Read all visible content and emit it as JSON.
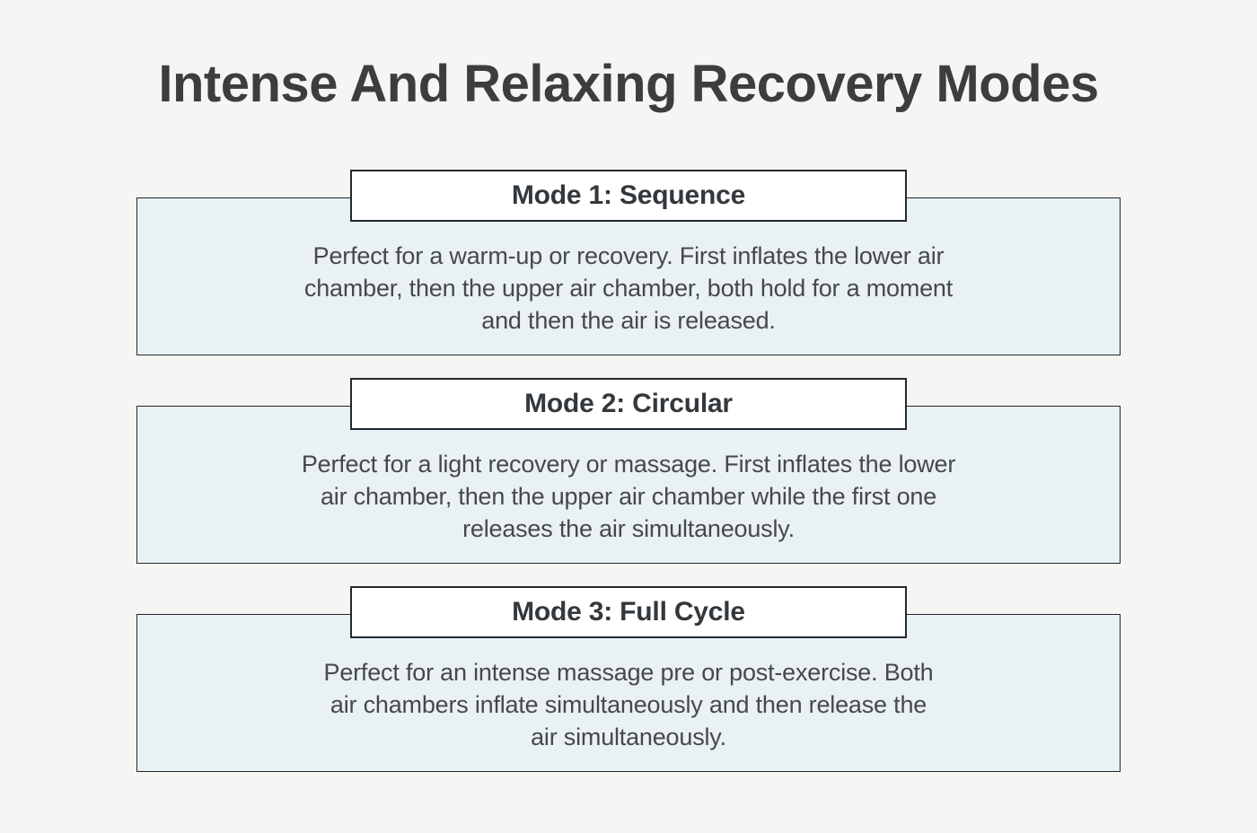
{
  "page": {
    "title": "Intense And Relaxing Recovery Modes"
  },
  "colors": {
    "page_background": "#f5f5f4",
    "card_background": "#e9f1f4",
    "header_background": "#ffffff",
    "border": "#23282c",
    "title_text": "#3d3d3d",
    "body_text": "#45494d"
  },
  "modes": [
    {
      "title": "Mode 1: Sequence",
      "description": "Perfect for a warm-up or recovery. First inflates the lower air\nchamber, then the upper air chamber, both hold for a moment\nand then the air is released."
    },
    {
      "title": "Mode 2: Circular",
      "description": "Perfect for a light recovery or massage. First inflates the lower\nair chamber, then the upper air chamber while the first one\nreleases the air simultaneously."
    },
    {
      "title": "Mode 3: Full Cycle",
      "description": "Perfect for an intense massage pre or post-exercise. Both\nair chambers inflate simultaneously and then release the\nair simultaneously."
    }
  ]
}
